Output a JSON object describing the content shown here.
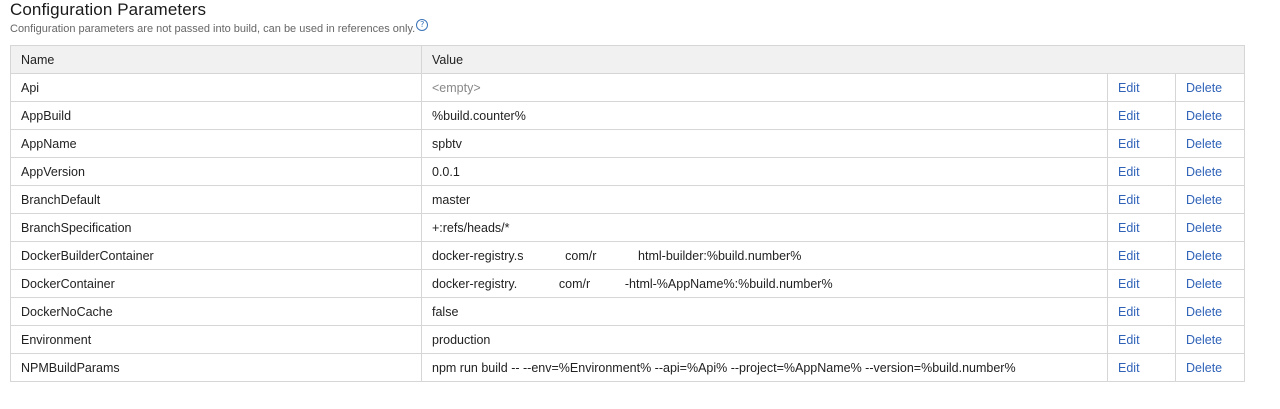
{
  "section": {
    "title": "Configuration Parameters",
    "subtitle": "Configuration parameters are not passed into build, can be used in references only.",
    "help_icon": "question-circle-icon"
  },
  "table": {
    "headers": {
      "name": "Name",
      "value": "Value"
    },
    "actions": {
      "edit": "Edit",
      "delete": "Delete"
    },
    "rows": [
      {
        "name": "Api",
        "value": "<empty>",
        "empty": true
      },
      {
        "name": "AppBuild",
        "value": "%build.counter%"
      },
      {
        "name": "AppName",
        "value": "spbtv"
      },
      {
        "name": "AppVersion",
        "value": "0.0.1"
      },
      {
        "name": "BranchDefault",
        "value": "master"
      },
      {
        "name": "BranchSpecification",
        "value": "+:refs/heads/*"
      },
      {
        "name": "DockerBuilderContainer",
        "value": "docker-registry.s            com/r            html-builder:%build.number%"
      },
      {
        "name": "DockerContainer",
        "value": "docker-registry.            com/r          -html-%AppName%:%build.number%"
      },
      {
        "name": "DockerNoCache",
        "value": "false"
      },
      {
        "name": "Environment",
        "value": "production"
      },
      {
        "name": "NPMBuildParams",
        "value": "npm run build -- --env=%Environment% --api=%Api% --project=%AppName% --version=%build.number%"
      }
    ]
  },
  "colors": {
    "link": "#3063b8",
    "header_bg": "#f1f1f1",
    "border": "#d6d6d6",
    "muted": "#888888"
  }
}
